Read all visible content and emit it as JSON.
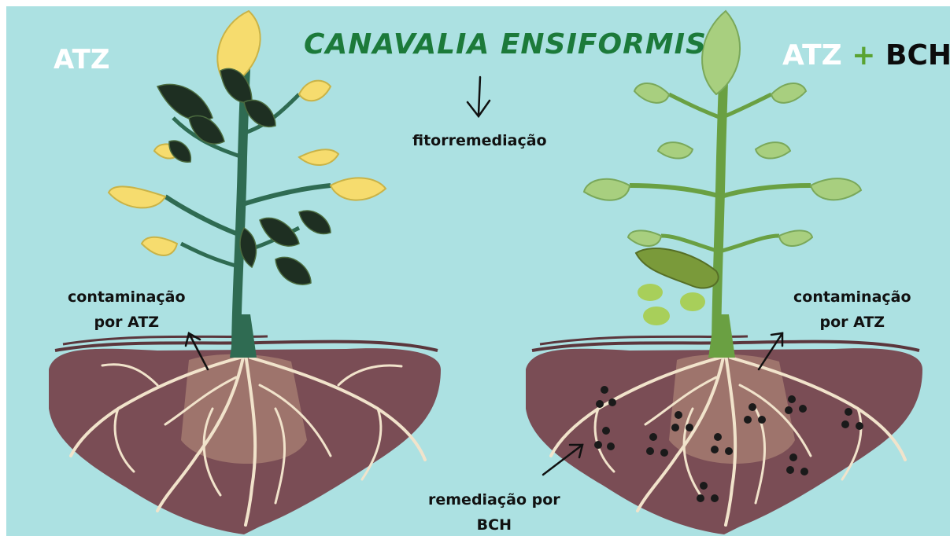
{
  "title": "CANAVALIA ENSIFORMIS",
  "labels": {
    "left_heading": "ATZ",
    "right_heading_a": "ATZ",
    "right_heading_plus": "+",
    "right_heading_b": "BCH",
    "process": "fitorremediação",
    "contamination_line1": "contaminação",
    "contamination_line2": "por ATZ",
    "remediation_line1": "remediação por",
    "remediation_line2": "BCH"
  },
  "colors": {
    "background": "#ace1e2",
    "title": "#1c7a3a",
    "soil": "#7a4d55",
    "roots": "#f1e3cb",
    "stem_left": "#2f6b52",
    "stem_right": "#6aa042",
    "leaf_yellow": "#f6dc6e",
    "leaf_dark": "#1e2f22",
    "leaf_green": "#a8cf7f",
    "biochar": "#1a1a1a"
  }
}
